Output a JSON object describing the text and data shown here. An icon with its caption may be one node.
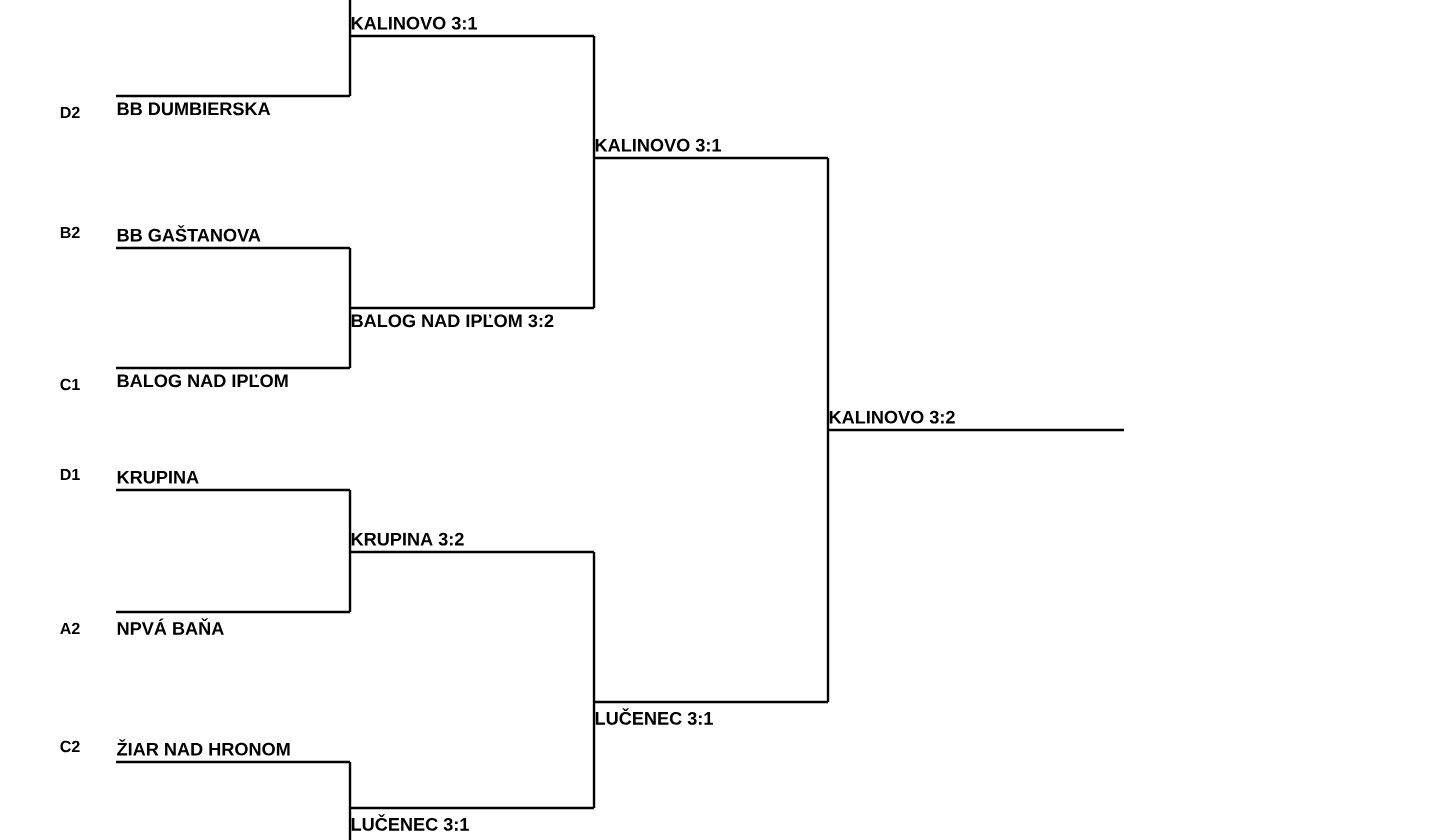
{
  "diagram": {
    "nodes": [
      {
        "text": [
          "BB DUMBIERSKA"
        ],
        "beside": [
          "D2"
        ]
      },
      {
        "text": [
          "BB GAŠTANOVA"
        ],
        "beside": [
          "B2"
        ]
      },
      {
        "text": [
          "BALOG NAD IPĽOM"
        ],
        "beside": [
          "C1"
        ]
      },
      {
        "text": [
          "KRUPINA"
        ],
        "beside": [
          "D1"
        ]
      },
      {
        "text": [
          "NPVÁ BAŇA"
        ],
        "beside": [
          "A2"
        ]
      },
      {
        "text": [
          "ŽIAR NAD HRONOM"
        ],
        "beside": [
          "C2"
        ]
      },
      {
        "text": [
          "KALINOVO 3:1"
        ]
      },
      {
        "text": [
          "BALOG NAD IPĽOM 3:2"
        ]
      },
      {
        "text": [
          "KRUPINA 3:2"
        ]
      },
      {
        "text": [
          "LUČENEC 3:1"
        ]
      },
      {
        "text": [
          "KALINOVO 3:1"
        ]
      },
      {
        "text": [
          "LUČENEC 3:1"
        ]
      },
      {
        "text": [
          "KALINOVO 3:2"
        ]
      }
    ],
    "edges": [
      {
        "from": null,
        "to": 6,
        "arrow": "none"
      },
      {
        "from": 0,
        "to": 6,
        "arrow": "none"
      },
      {
        "from": 1,
        "to": 7,
        "arrow": "none"
      },
      {
        "from": 2,
        "to": 7,
        "arrow": "none"
      },
      {
        "from": 3,
        "to": 8,
        "arrow": "none"
      },
      {
        "from": 4,
        "to": 8,
        "arrow": "none"
      },
      {
        "from": 5,
        "to": 9,
        "arrow": "none"
      },
      {
        "from": null,
        "to": 9,
        "arrow": "none"
      },
      {
        "from": 6,
        "to": 10,
        "arrow": "none"
      },
      {
        "from": 7,
        "to": 10,
        "arrow": "none"
      },
      {
        "from": 8,
        "to": 11,
        "arrow": "none"
      },
      {
        "from": 9,
        "to": 11,
        "arrow": "none"
      },
      {
        "from": 10,
        "to": 12,
        "arrow": "none"
      },
      {
        "from": 11,
        "to": 12,
        "arrow": "none"
      }
    ]
  }
}
